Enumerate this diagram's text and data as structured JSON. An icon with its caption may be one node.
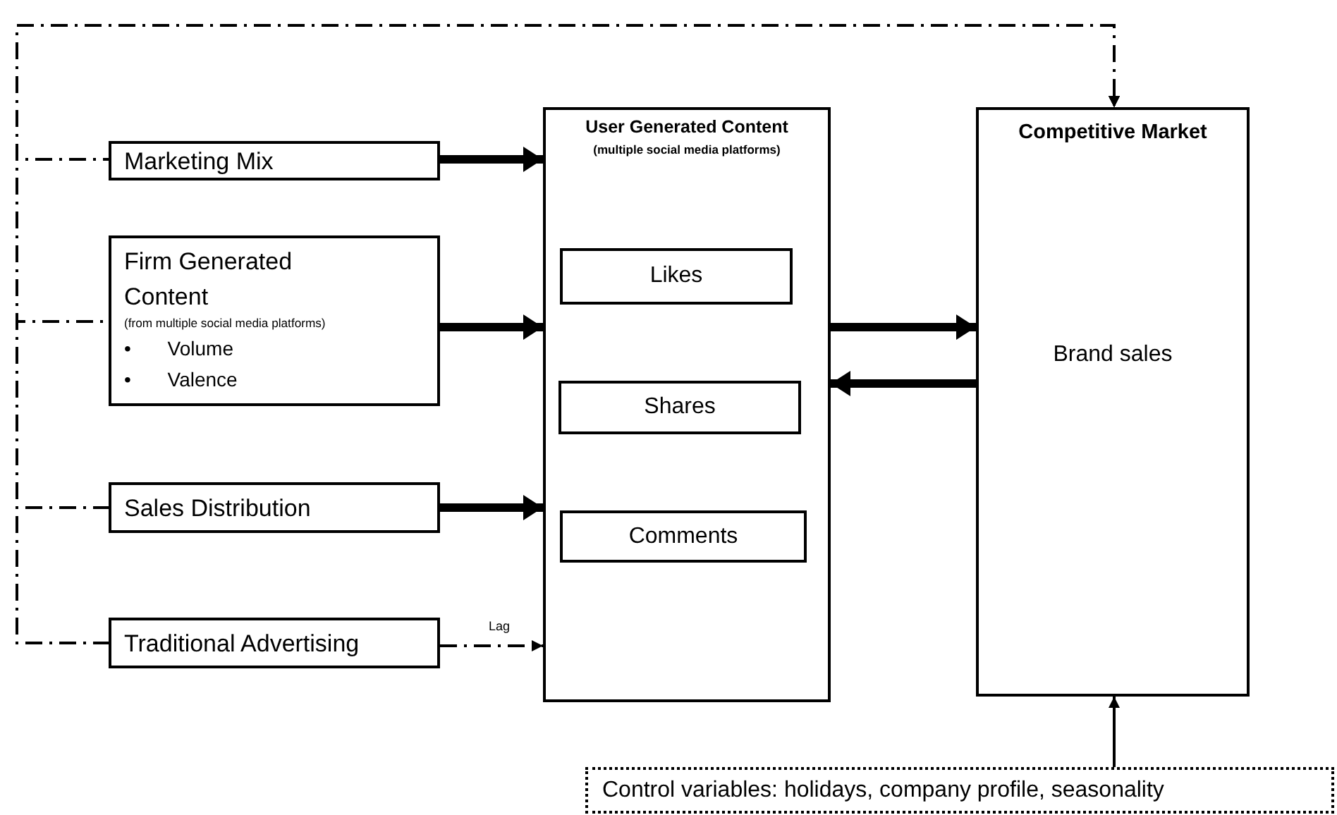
{
  "diagram": {
    "nodes": [
      {
        "text": [
          "Marketing Mix"
        ]
      },
      {
        "text": [
          "Firm Generated Content",
          "(from multiple social media platforms)",
          "• Volume",
          "• Valence"
        ]
      },
      {
        "text": [
          "Sales Distribution"
        ]
      },
      {
        "text": [
          "Traditional Advertising"
        ]
      },
      {
        "text": [
          "User Generated Content",
          "(multiple social media platforms)"
        ]
      },
      {
        "text": [
          "Likes"
        ],
        "in": 4
      },
      {
        "text": [
          "Shares"
        ],
        "in": 4
      },
      {
        "text": [
          "Comments"
        ],
        "in": 4
      },
      {
        "text": [
          "Competitive Market",
          "Brand sales"
        ]
      },
      {
        "text": [
          "Control variables: holidays, company profile, seasonality"
        ]
      }
    ],
    "edges": [
      {
        "from": 0,
        "to": 4,
        "arrow": "to",
        "style": "thick"
      },
      {
        "from": 1,
        "to": 4,
        "arrow": "to",
        "style": "thick"
      },
      {
        "from": 2,
        "to": 4,
        "arrow": "to",
        "style": "thick"
      },
      {
        "from": 3,
        "to": 4,
        "arrow": "to",
        "style": "dashed",
        "label": "Lag"
      },
      {
        "from": 4,
        "to": 8,
        "arrow": "to",
        "style": "thick"
      },
      {
        "from": 8,
        "to": 4,
        "arrow": "to",
        "style": "thick"
      },
      {
        "from": 9,
        "to": 8,
        "arrow": "to"
      },
      {
        "from": 0,
        "to": 8,
        "arrow": "to",
        "style": "dashed"
      },
      {
        "from": 1,
        "to": 8,
        "arrow": "to",
        "style": "dashed"
      },
      {
        "from": 2,
        "to": 8,
        "arrow": "to",
        "style": "dashed"
      },
      {
        "from": 3,
        "to": 8,
        "arrow": "to",
        "style": "dashed"
      }
    ]
  }
}
